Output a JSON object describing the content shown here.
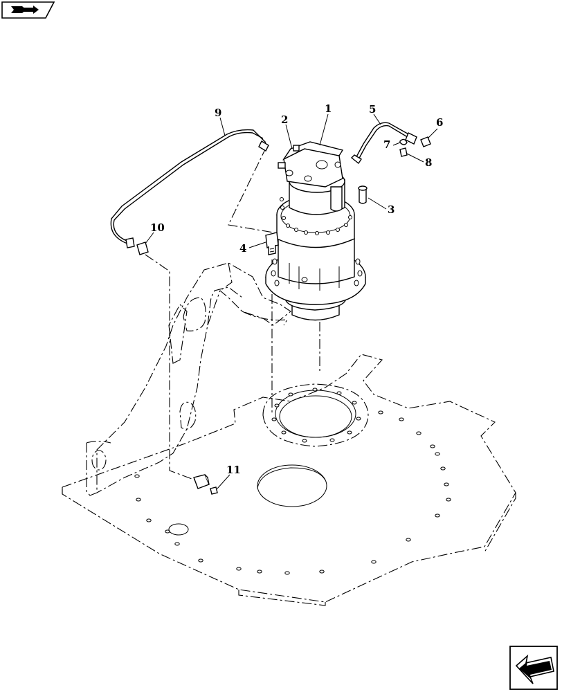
{
  "callouts": [
    {
      "id": "1",
      "label": "1"
    },
    {
      "id": "2",
      "label": "2"
    },
    {
      "id": "3",
      "label": "3"
    },
    {
      "id": "4",
      "label": "4"
    },
    {
      "id": "5",
      "label": "5"
    },
    {
      "id": "6",
      "label": "6"
    },
    {
      "id": "7",
      "label": "7"
    },
    {
      "id": "8",
      "label": "8"
    },
    {
      "id": "9",
      "label": "9"
    },
    {
      "id": "10",
      "label": "10"
    },
    {
      "id": "11",
      "label": "11"
    }
  ],
  "icons": {
    "top_nav": "book-arrow-icon",
    "bottom_nav": "next-page-arrow-icon"
  }
}
